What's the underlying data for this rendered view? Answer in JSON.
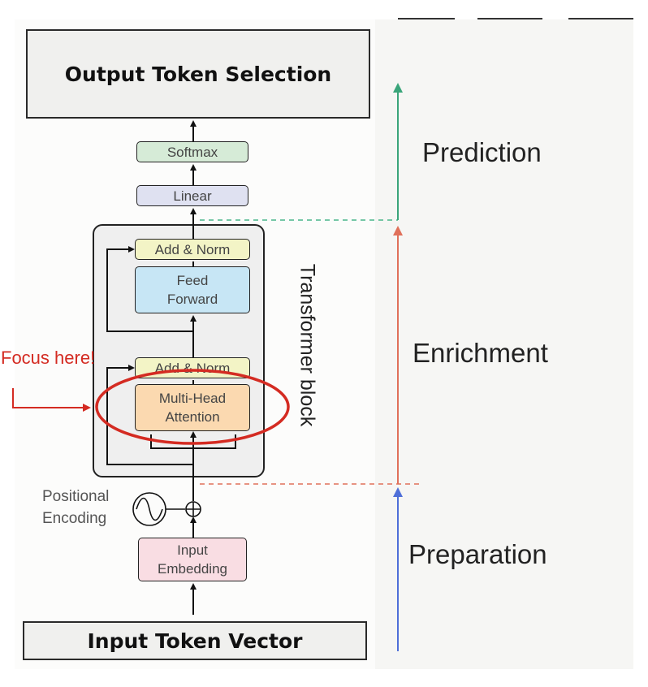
{
  "diagram": {
    "output_box": "Output Token Selection",
    "input_box": "Input Token Vector",
    "softmax": "Softmax",
    "linear": "Linear",
    "add_norm_top": "Add & Norm",
    "feed_forward": [
      "Feed",
      "Forward"
    ],
    "add_norm_bottom": "Add & Norm",
    "multi_head_attention": [
      "Multi-Head",
      "Attention"
    ],
    "transformer_block_label": "Transformer block",
    "positional_encoding": [
      "Positional",
      "Encoding"
    ],
    "input_embedding": [
      "Input",
      "Embedding"
    ]
  },
  "annotation": {
    "focus_label": "Focus here!",
    "color": "#d42b22"
  },
  "stages": {
    "prediction": "Prediction",
    "enrichment": "Enrichment",
    "preparation": "Preparation"
  },
  "colors": {
    "softmax_fill": "#d6ebd7",
    "linear_fill": "#dfe1f1",
    "add_norm_fill": "#f3f4c6",
    "feed_forward_fill": "#c7e6f5",
    "attention_fill": "#fbd9b0",
    "embedding_fill": "#f9dde3",
    "prediction_arrow": "#3aa57a",
    "enrichment_arrow": "#e0705a",
    "preparation_arrow": "#4f6fd8"
  }
}
